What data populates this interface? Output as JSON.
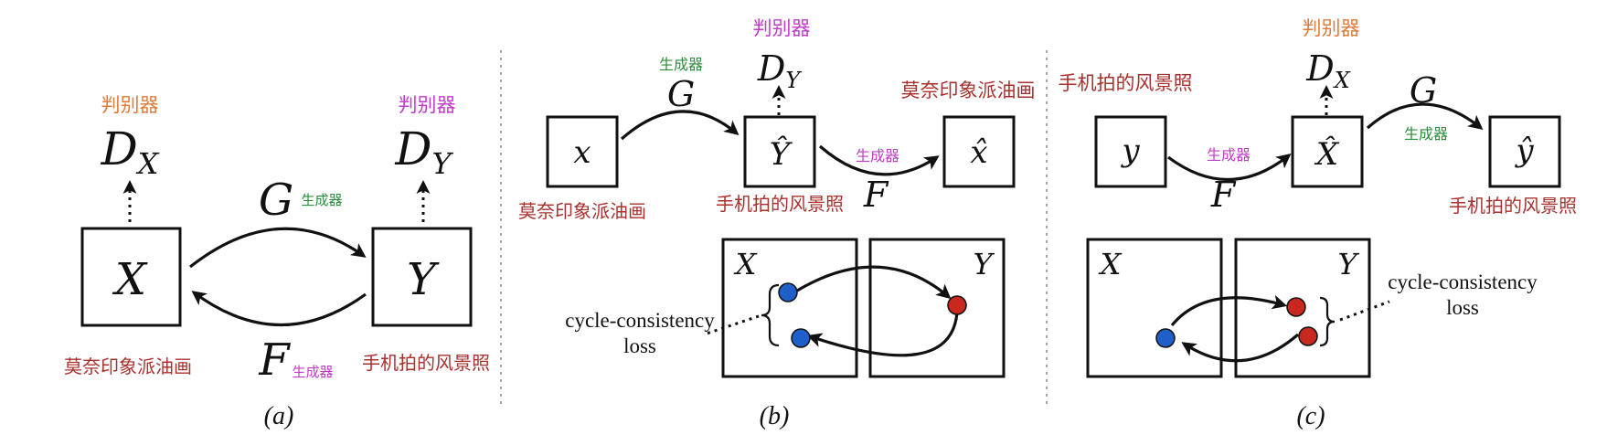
{
  "colors": {
    "orange": "#e07a3a",
    "magenta": "#c23ac8",
    "green": "#2e8b3a",
    "darkred": "#a8312e",
    "blue_dot": "#1f5fc9",
    "red_dot": "#c8281e"
  },
  "panel_a": {
    "dx_label": "判别器",
    "dy_label": "判别器",
    "d_x": {
      "base": "D",
      "sub": "X"
    },
    "d_y": {
      "base": "D",
      "sub": "Y"
    },
    "box_x": "X",
    "box_y": "Y",
    "g": "G",
    "g_label": "生成器",
    "f": "F",
    "f_label": "生成器",
    "x_domain": "莫奈印象派油画",
    "y_domain": "手机拍的风景照",
    "caption": "(a)"
  },
  "panel_b": {
    "gen_label": "生成器",
    "g": "G",
    "disc_label": "判别器",
    "d_y": {
      "base": "D",
      "sub": "Y"
    },
    "box_x": "x",
    "box_yhat": "Ŷ",
    "box_xhat": "x̂",
    "f": "F",
    "f_label": "生成器",
    "x_domain": "莫奈印象派油画",
    "yhat_domain": "手机拍的风景照",
    "xhat_domain": "莫奈印象派油画",
    "square_x": "X",
    "square_y": "Y",
    "loss_line1": "cycle-consistency",
    "loss_line2": "loss",
    "caption": "(b)"
  },
  "panel_c": {
    "y_domain": "手机拍的风景照",
    "box_y": "y",
    "f_label": "生成器",
    "f": "F",
    "disc_label": "判别器",
    "d_x": {
      "base": "D",
      "sub": "X"
    },
    "box_xhat": "X̂",
    "g": "G",
    "g_label": "生成器",
    "box_yhat": "ŷ",
    "yhat_domain": "手机拍的风景照",
    "square_x": "X",
    "square_y": "Y",
    "loss_line1": "cycle-consistency",
    "loss_line2": "loss",
    "caption": "(c)"
  }
}
